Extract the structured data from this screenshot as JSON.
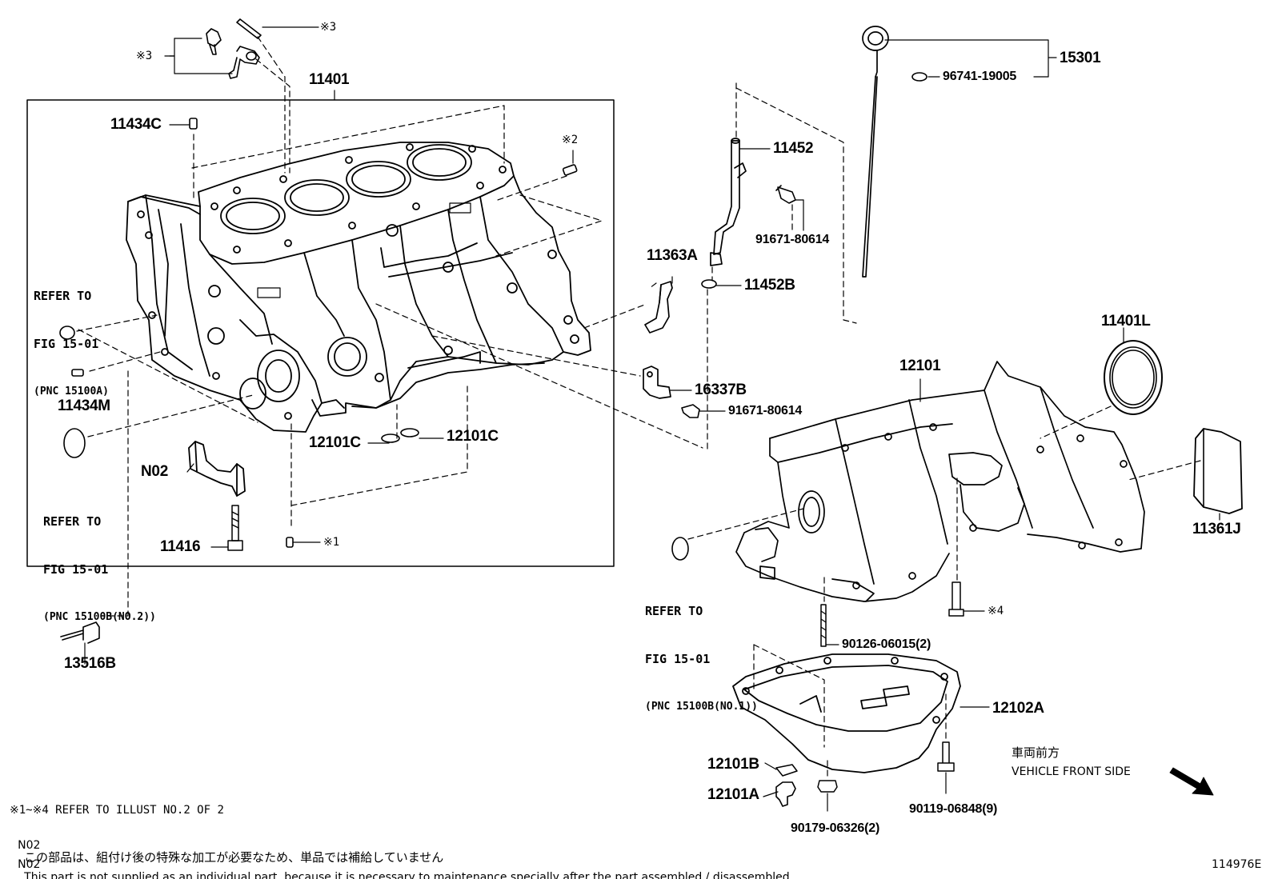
{
  "parts": {
    "p11401": "11401",
    "p11434C": "11434C",
    "p11434M": "11434M",
    "p11416": "11416",
    "p13516B": "13516B",
    "pN02": "N02",
    "p12101C_a": "12101C",
    "p12101C_b": "12101C",
    "p11452": "11452",
    "p91671_a": "91671-80614",
    "p11363A": "11363A",
    "p11452B": "11452B",
    "p16337B": "16337B",
    "p91671_b": "91671-80614",
    "p15301": "15301",
    "p96741": "96741-19005",
    "p11401L": "11401L",
    "p12101": "12101",
    "p11361J": "11361J",
    "p90126": "90126-06015(2)",
    "p12102A": "12102A",
    "p12101B": "12101B",
    "p12101A": "12101A",
    "p90179": "90179-06326(2)",
    "p90119": "90119-06848(9)"
  },
  "marks": {
    "m3_top": "※3",
    "m3_left": "※3",
    "m2": "※2",
    "m1": "※1",
    "m4": "※4"
  },
  "refs": {
    "ref1": {
      "l1": "REFER TO",
      "l2": "FIG 15-01",
      "l3": "(PNC 15100A)"
    },
    "ref2": {
      "l1": "REFER TO",
      "l2": "FIG 15-01",
      "l3": "(PNC 15100B(NO.2))"
    },
    "ref3": {
      "l1": "REFER TO",
      "l2": "FIG 15-01",
      "l3": "(PNC 15100B(NO.1))"
    }
  },
  "direction": {
    "ja": "車両前方",
    "en": "VEHICLE FRONT SIDE"
  },
  "notes": {
    "n1": "※1~※4 REFER TO ILLUST NO.2 OF 2",
    "n2_code": "N02",
    "n2_text": "この部品は、組付け後の特殊な加工が必要なため、単品では補給していません",
    "n3_code": "N02",
    "n3_text": "This part is not supplied as an individual part, because it is necessary to maintenance specially after the part assembled / disassembled"
  },
  "illustration_id": "114976E"
}
